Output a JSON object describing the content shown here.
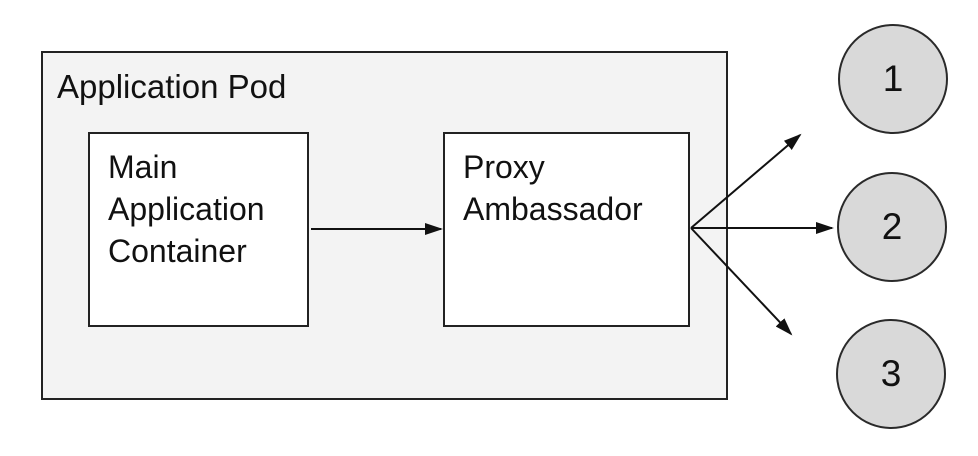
{
  "colors": {
    "pod_fill": "#f3f3f3",
    "node_fill": "#d9d9d9",
    "stroke": "#222222",
    "background": "#ffffff"
  },
  "diagram": {
    "pod": {
      "label": "Application Pod"
    },
    "containers": [
      {
        "id": "main-application-container",
        "label": "Main\nApplication\nContainer"
      },
      {
        "id": "proxy-ambassador",
        "label": "Proxy\nAmbassador"
      }
    ],
    "nodes": [
      {
        "id": "node-1",
        "label": "1"
      },
      {
        "id": "node-2",
        "label": "2"
      },
      {
        "id": "node-3",
        "label": "3"
      }
    ],
    "edges": [
      {
        "from": "main-application-container",
        "to": "proxy-ambassador"
      },
      {
        "from": "proxy-ambassador",
        "to": "node-1"
      },
      {
        "from": "proxy-ambassador",
        "to": "node-2"
      },
      {
        "from": "proxy-ambassador",
        "to": "node-3"
      }
    ]
  }
}
